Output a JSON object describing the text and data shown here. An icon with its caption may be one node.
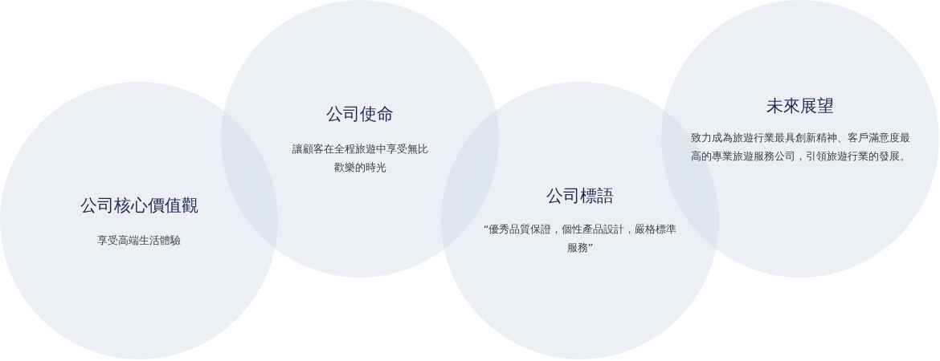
{
  "diagram": {
    "nodes": [
      {
        "text": [
          "公司核心價值觀",
          "享受高端生活體驗"
        ]
      },
      {
        "text": [
          "公司使命",
          "讓顧客在全程旅遊中享受無比歡樂的時光"
        ]
      },
      {
        "text": [
          "公司標語",
          "“優秀品質保證，個性產品設計，嚴格標準服務”"
        ]
      },
      {
        "text": [
          "未來展望",
          "致力成為旅遊行業最具創新精神、客戶滿意度最高的專業旅遊服務公司，引領旅遊行業的發展。"
        ]
      }
    ]
  }
}
